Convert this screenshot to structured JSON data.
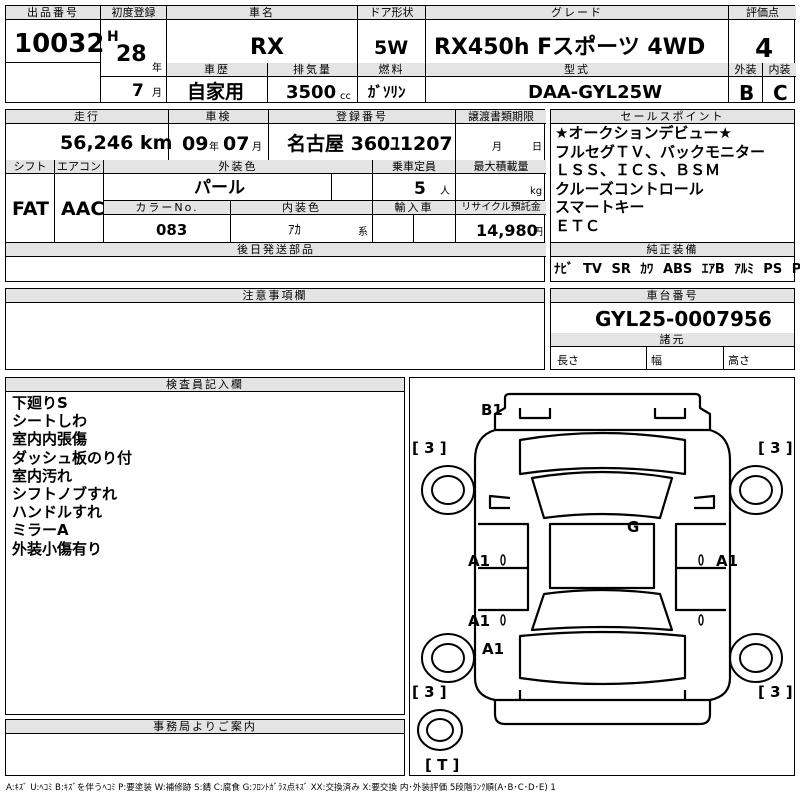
{
  "top": {
    "lot_label": "出品番号",
    "lot_value": "10032",
    "first_reg_label": "初度登録",
    "era": "H",
    "reg_year": "28",
    "year_unit": "年",
    "reg_month": "7",
    "month_unit": "月",
    "name_label": "車名",
    "name_value": "RX",
    "doors_label": "ドア形状",
    "doors_value": "5W",
    "grade_label": "グレード",
    "grade_value": "RX450h Fスポーツ 4WD",
    "score_label": "評価点",
    "score_value": "4",
    "ext_label": "外装",
    "ext_value": "B",
    "int_label": "内装",
    "int_value": "C",
    "history_label": "車歴",
    "history_value": "自家用",
    "displacement_label": "排気量",
    "displacement_value": "3500",
    "displacement_unit": "cc",
    "fuel_label": "燃料",
    "fuel_value": "ｶﾞｿﾘﾝ",
    "model_label": "型式",
    "model_value": "DAA-GYL25W"
  },
  "mid": {
    "mileage_label": "走行",
    "mileage_value": "56,246 km",
    "inspection_label": "車検",
    "insp_year": "09",
    "insp_year_unit": "年",
    "insp_month": "07",
    "insp_month_unit": "月",
    "plate_label": "登録番号",
    "plate_value": "名古屋 360ﾕ1207",
    "transfer_label": "譲渡書類期限",
    "transfer_month_unit": "月",
    "transfer_day_unit": "日",
    "shift_label": "シフト",
    "shift_value": "FAT",
    "ac_label": "エアコン",
    "ac_value": "AAC",
    "color_label": "外装色",
    "color_value": "パール",
    "capacity_label": "乗車定員",
    "capacity_value": "5",
    "capacity_unit": "人",
    "load_label": "最大積載量",
    "load_unit": "kg",
    "color_no_label": "カラーNo.",
    "color_no_value": "083",
    "int_color_label": "内装色",
    "int_color_value": "ｱｶ",
    "int_color_unit": "系",
    "import_label": "輸入車",
    "recycle_label": "リサイクル預託金",
    "recycle_value": "14,980",
    "recycle_unit": "円",
    "later_label": "後日発送部品"
  },
  "sales": {
    "label": "セールスポイント",
    "lines": [
      "★オークションデビュー★",
      "フルセグＴＶ、バックモニター",
      "ＬＳＳ、ＩＣＳ、ＢＳＭ",
      "クルーズコントロール",
      "スマートキー",
      "ＥＴＣ"
    ],
    "equip_label": "純正装備",
    "equip": [
      "ﾅﾋﾞ",
      "TV",
      "SR",
      "ｶﾜ",
      "ABS",
      "ｴｱB",
      "ｱﾙﾐ",
      "PS",
      "PW"
    ]
  },
  "caution_label": "注意事項欄",
  "chassis": {
    "label": "車台番号",
    "value": "GYL25-0007956",
    "dims_label": "諸元",
    "length_label": "長さ",
    "width_label": "幅",
    "height_label": "高さ"
  },
  "inspector": {
    "label": "検査員記入欄",
    "lines": [
      "下廻りS",
      "シートしわ",
      "室内内張傷",
      "ダッシュ板のり付",
      "室内汚れ",
      "シフトノブすれ",
      "ハンドルすれ",
      "ミラーA",
      "外装小傷有り"
    ]
  },
  "diagram": {
    "marks": {
      "b1": "B1",
      "g": "G",
      "a1_left_front": "A1",
      "a1_right": "A1",
      "a1_left_rear": "A1",
      "a1_left_wheel": "A1",
      "tire_fl": "[ 3 ]",
      "tire_fr": "[ 3 ]",
      "tire_rl": "[ 3 ]",
      "tire_rr": "[ 3 ]",
      "spare": "[ T ]"
    }
  },
  "office_label": "事務局よりご案内",
  "legend": "A:ｷｽﾞ U:ﾍｺﾐ B:ｷｽﾞを伴うﾍｺﾐ P:要塗装 W:補修跡 S:錆 C:腐食 G:ﾌﾛﾝﾄｶﾞﾗｽ点ｷｽﾞ XX:交換済み X:要交換 内･外装評価 5段階ﾗﾝｸ順(A･B･C･D･E) 1"
}
